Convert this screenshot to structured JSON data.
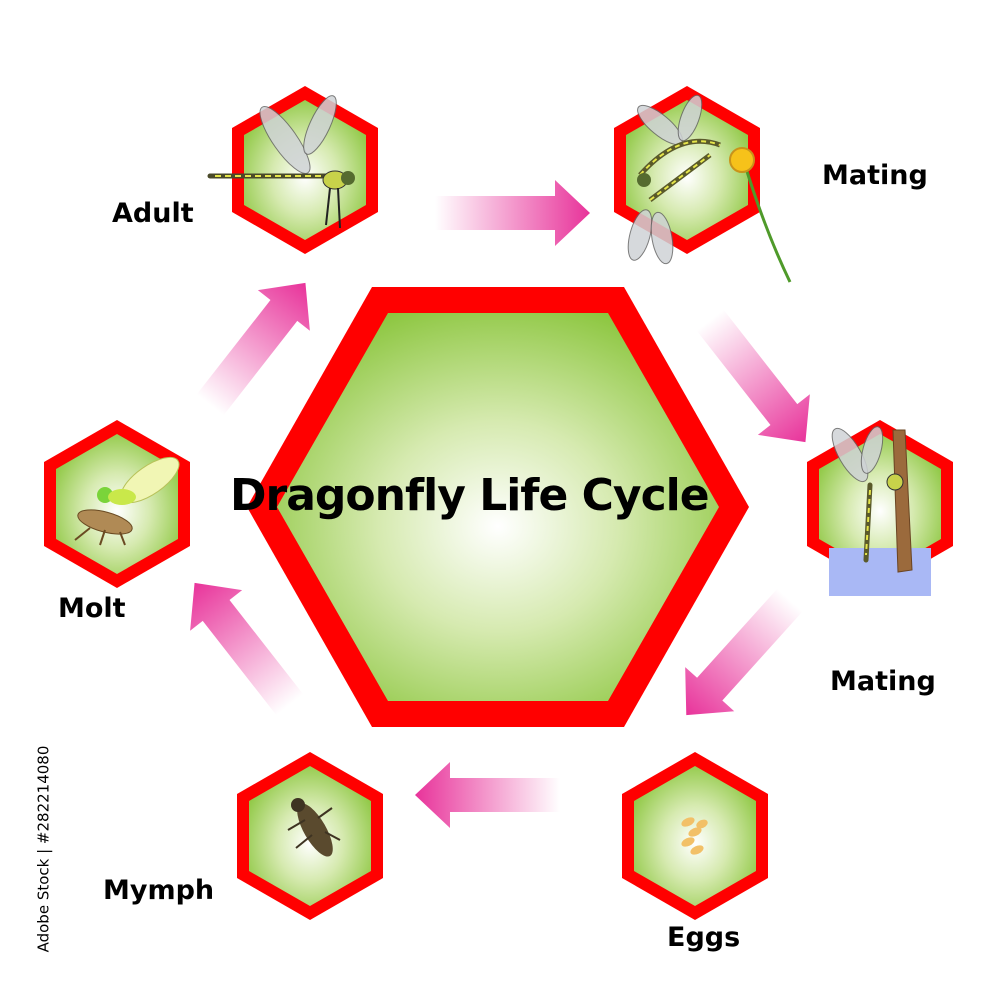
{
  "title": "Dragonfly Life Cycle",
  "colors": {
    "hex_border": "#ff0000",
    "hex_fill_center": "#ffffff",
    "hex_fill_edge": "#8cc63f",
    "arrow": "#e8339a"
  },
  "stages": [
    {
      "label": "Adult",
      "icon": "dragonfly-icon"
    },
    {
      "label": "Mating",
      "icon": "mating-dragonflies-icon"
    },
    {
      "label": "Mating",
      "icon": "egg-laying-dragonfly-icon"
    },
    {
      "label": "Eggs",
      "icon": "eggs-icon"
    },
    {
      "label": "Mymph",
      "icon": "nymph-icon"
    },
    {
      "label": "Molt",
      "icon": "molting-dragonfly-icon"
    }
  ],
  "stock_id": "Adobe Stock | #282214080"
}
